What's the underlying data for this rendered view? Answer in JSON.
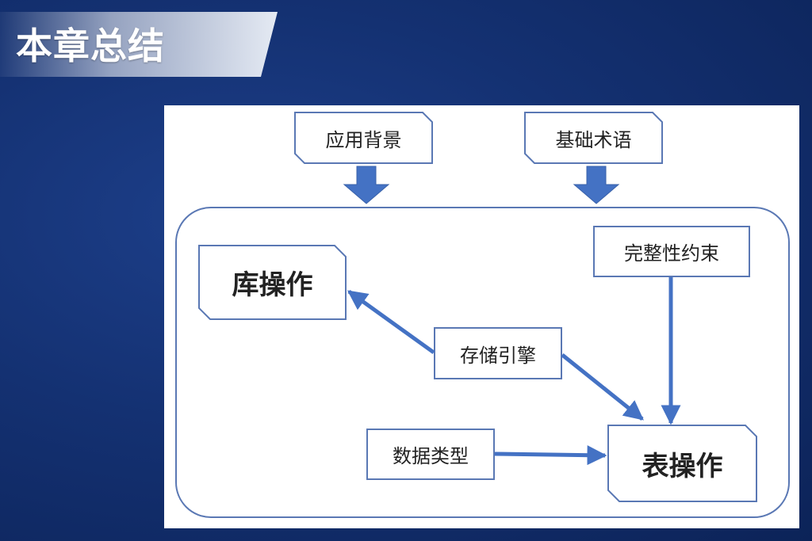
{
  "title": "本章总结",
  "nodes": {
    "background": "应用背景",
    "terms": "基础术语",
    "db_ops": "库操作",
    "integrity": "完整性约束",
    "engine": "存储引擎",
    "datatype": "数据类型",
    "table_ops": "表操作"
  },
  "colors": {
    "arrow": "#4472c4",
    "border": "#5a78b4"
  }
}
